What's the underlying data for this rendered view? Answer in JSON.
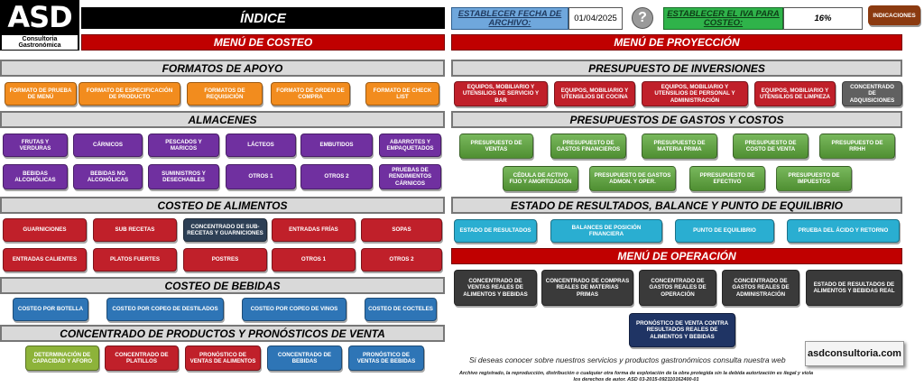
{
  "logo": {
    "mark": "ASD",
    "sub": "Consultoria Gastronómica"
  },
  "header": {
    "indice": "ÍNDICE",
    "date_label": "ESTABLECER FECHA DE ARCHIVO:",
    "date_value": "01/04/2025",
    "help_icon": "?",
    "iva_label": "ESTABLECER EL IVA PARA COSTEO:",
    "iva_value": "16%",
    "indicaciones": "INDICACIONES"
  },
  "left": {
    "menu_title": "MENÚ DE COSTEO",
    "formatos": {
      "title": "FORMATOS DE APOYO",
      "buttons": [
        "FORMATO DE PRUEBA DE MENÚ",
        "FORMATO DE ESPECIFICACIÓN DE PRODUCTO",
        "FORMATOS DE REQUISICIÓN",
        "FORMATO DE ORDEN DE COMPRA",
        "FORMATO DE CHECK LIST"
      ]
    },
    "almacenes": {
      "title": "ALMACENES",
      "row1": [
        "FRUTAS Y VERDURAS",
        "CÁRNICOS",
        "PESCADOS Y MARICOS",
        "LÁCTEOS",
        "EMBUTIDOS",
        "ABARROTES Y EMPAQUETADOS"
      ],
      "row2": [
        "BEBIDAS ALCOHÓLICAS",
        "BEBIDAS NO ALCOHÓLICAS",
        "SUMINISTROS Y DESECHABLES",
        "OTROS 1",
        "OTROS 2",
        "PRUEBAS DE RENDIMIENTOS CÁRNICOS"
      ]
    },
    "alimentos": {
      "title": "COSTEO DE ALIMENTOS",
      "row1": [
        "GUARNICIONES",
        "SUB RECETAS",
        "CONCENTRADO DE SUB-RECETAS Y GUARNICIONES",
        "ENTRADAS FRÍAS",
        "SOPAS"
      ],
      "row2": [
        "ENTRADAS CALIENTES",
        "PLATOS FUERTES",
        "POSTRES",
        "OTROS 1",
        "OTROS 2"
      ]
    },
    "bebidas": {
      "title": "COSTEO DE BEBIDAS",
      "buttons": [
        "COSTEO POR BOTELLA",
        "COSTEO POR COPEO DE DESTILADOS",
        "COSTEO POR COPEO DE VINOS",
        "COSTEO DE COCTELES"
      ]
    },
    "concentrado": {
      "title": "CONCENTRADO DE PRODUCTOS Y PRONÓSTICOS DE VENTA",
      "buttons": [
        "DETERMINACIÓN DE CAPACIDAD Y AFORO",
        "CONCENTRADO DE PLATILLOS",
        "PRONÓSTICO DE VENTAS DE ALIMENTOS",
        "CONCENTRADO DE BEBIDAS",
        "PRONÓSTICO DE VENTAS DE BEBIDAS"
      ]
    }
  },
  "right": {
    "menu_title": "MENÚ DE PROYECCIÓN",
    "inversiones": {
      "title": "PRESUPUESTO DE INVERSIONES",
      "buttons": [
        "EQUIPOS, MOBILIARIO Y UTENSILIOS DE SERVICIO Y BAR",
        "EQUIPOS, MOBILIARIO Y UTENSILIOS DE COCINA",
        "EQUIPOS, MOBILIARIO Y UTENSILIOS DE PERSONAL Y ADMINISTRACIÓN",
        "EQUIPOS, MOBILIARIO Y UTENSILIOS DE LIMPIEZA",
        "CONCENTRADO DE ADQUISICIONES"
      ]
    },
    "gastos": {
      "title": "PRESUPUESTOS DE GASTOS Y COSTOS",
      "row1": [
        "PRESUPUESTO DE VENTAS",
        "PRESUPUESTO DE GASTOS FINANCIEROS",
        "PRESUPUESTO DE MATERIA PRIMA",
        "PRESUPUESTO DE COSTO DE VENTA",
        "PRESUPUESTO DE RRHH"
      ],
      "row2": [
        "CÉDULA DE ACTIVO FIJO Y AMORTIZACIÓN",
        "PRESUPUESTO DE GASTOS ADMON. Y OPER.",
        "PPRESUPUESTO DE EFECTIVO",
        "PRESUPUESTO DE IMPUESTOS"
      ]
    },
    "resultados": {
      "title": "ESTADO DE RESULTADOS, BALANCE Y PUNTO DE EQUILIBRIO",
      "buttons": [
        "ESTADO DE RESULTADOS",
        "BALANCES DE POSICIÓN FINANCIERA",
        "PUNTO DE EQUILIBRIO",
        "PRUEBA DEL ÁCIDO Y RETORNO"
      ]
    },
    "operacion": {
      "title": "MENÚ DE OPERACIÓN",
      "row1": [
        "CONCENTRADO DE VENTAS REALES DE ALIMENTOS Y BEBIDAS",
        "CONCENTRADO DE COMPRAS REALES DE MATERIAS PRIMAS",
        "CONCENTRADO DE GASTOS REALES DE OPERACIÓN",
        "CONCENTRADO DE GASTOS REALES DE ADMINISTRACIÓN",
        "ESTADO DE RESULTADOS DE ALIMENTOS Y BEBIDAS REAL"
      ],
      "single": "PRONÓSTICO DE VENTA CONTRA RESULTADOS REALES DE ALIMENTOS Y BEBIDAS"
    },
    "info": "Si deseas conocer sobre nuestros servicios y productos gastronómicos consulta nuestra web",
    "web_button": "asdconsultoria.com",
    "legal": "Archivo registrado, la reproducción, distribución o cualquier otra forma de explotación de la obra protegida sin la debida autorización es ilegal y viola los derechos de autor.  ASD 03-2015-092110162400-01"
  },
  "colors": {
    "menu_red": "#c00000",
    "section_grey": "#d9d9d9",
    "orange": "#f28c1e",
    "purple": "#7030a0",
    "darkred": "#c0202a",
    "blue": "#2e75b6",
    "green": "#6aa84f",
    "cyan": "#2aaed1",
    "charcoal": "#3a3a3a"
  }
}
